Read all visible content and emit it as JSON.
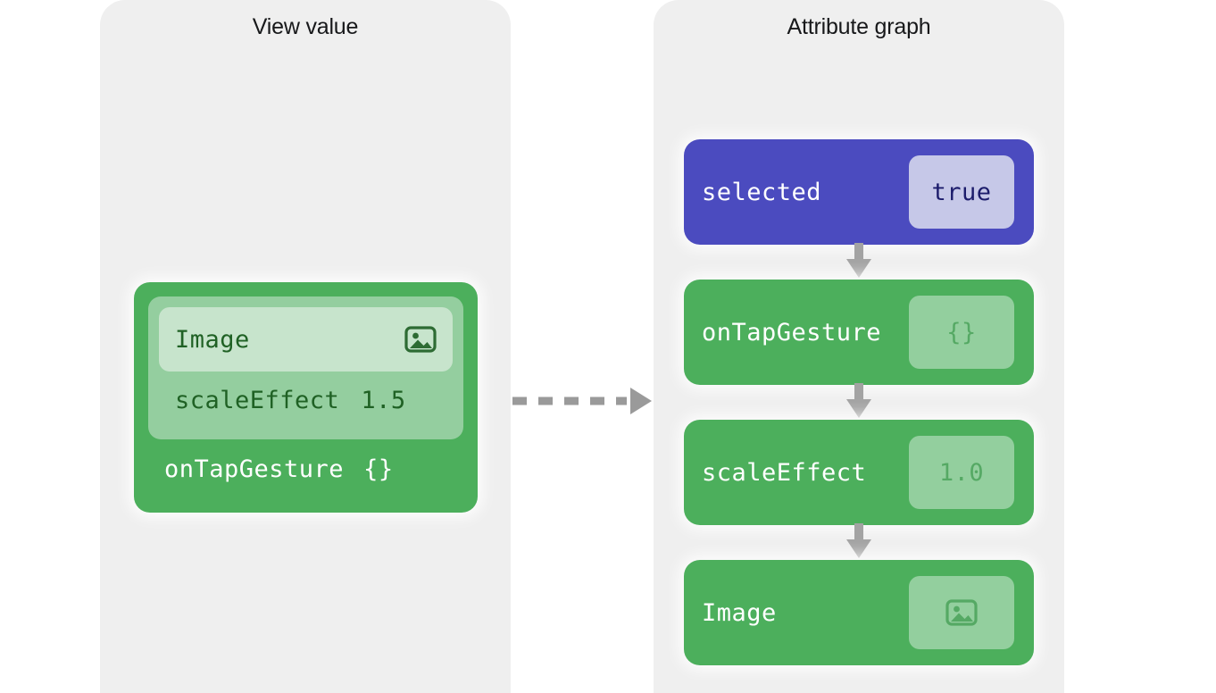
{
  "panels": {
    "left": {
      "title": "View value"
    },
    "right": {
      "title": "Attribute graph"
    }
  },
  "view_value": {
    "outer_row": {
      "label": "onTapGesture",
      "value": "{}"
    },
    "mid_row": {
      "label": "scaleEffect",
      "value": "1.5"
    },
    "inner_row": {
      "label": "Image",
      "icon": "photo-icon"
    }
  },
  "transition": {
    "icon": "dashed-arrow-right-icon"
  },
  "attribute_graph": {
    "nodes": [
      {
        "label": "selected",
        "badge": "true",
        "badge_kind": "text",
        "color": "#4b4bbf"
      },
      {
        "label": "onTapGesture",
        "badge": "{}",
        "badge_kind": "text",
        "color": "#4caf5c"
      },
      {
        "label": "scaleEffect",
        "badge": "1.0",
        "badge_kind": "text",
        "color": "#4caf5c"
      },
      {
        "label": "Image",
        "badge": "",
        "badge_kind": "icon",
        "badge_icon": "photo-icon",
        "color": "#4caf5c"
      }
    ],
    "connector_icon": "arrow-down-icon"
  },
  "colors": {
    "page_background": "#ffffff",
    "panel_background": "#efefef",
    "node_purple": "#4b4bbf",
    "node_green": "#4caf5c",
    "badge_lavender": "#c6c8e8",
    "badge_green": "#93cf9e",
    "card_mid_green": "#94ce9f",
    "card_inner_green": "#c7e4cc",
    "arrow_gray": "#9a9a9a",
    "title_text": "#17181a"
  }
}
